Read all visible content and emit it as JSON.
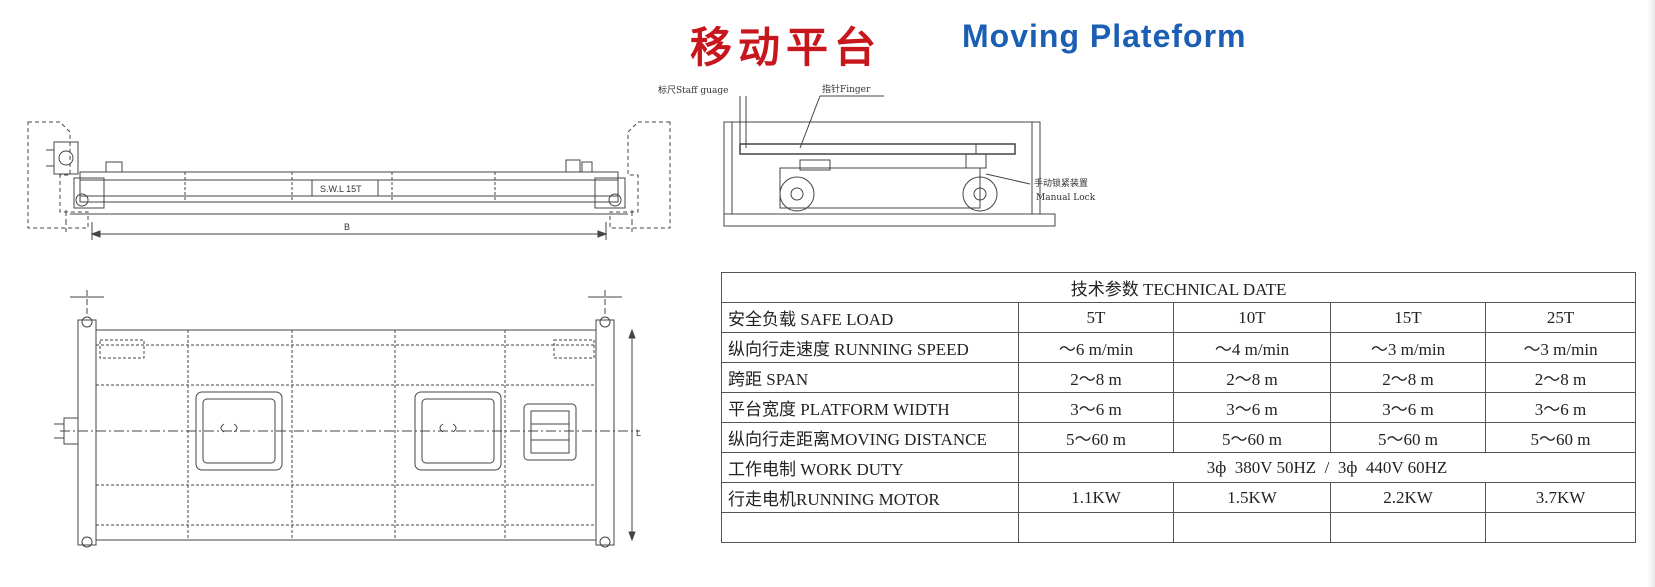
{
  "header": {
    "title_cn": "移动平台",
    "title_en": "Moving Plateform"
  },
  "drawings": {
    "swl_label": "S.W.L 15T",
    "dim_b": "B",
    "dim_l": "L",
    "staff_gauge_label": "标尺Staff guage",
    "finger_label": "指针Finger",
    "manual_lock_cn": "手动锁紧装置",
    "manual_lock_en": "Manual Lock"
  },
  "table": {
    "title": "技术参数 TECHNICAL DATE",
    "rows": [
      {
        "label": "安全负载 SAFE LOAD",
        "values": [
          "5T",
          "10T",
          "15T",
          "25T"
        ]
      },
      {
        "label": "纵向行走速度 RUNNING SPEED",
        "values": [
          "～6 m/min",
          "～4 m/min",
          "～3 m/min",
          "～3 m/min"
        ]
      },
      {
        "label": "跨距 SPAN",
        "values": [
          "2～8 m",
          "2～8 m",
          "2～8 m",
          "2～8 m"
        ]
      },
      {
        "label": "平台宽度 PLATFORM WIDTH",
        "values": [
          "3～6 m",
          "3～6 m",
          "3～6 m",
          "3～6 m"
        ]
      },
      {
        "label": "纵向行走距离MOVING DISTANCE",
        "values": [
          "5～60 m",
          "5～60 m",
          "5～60 m",
          "5～60 m"
        ]
      }
    ],
    "work_duty": {
      "label": "工作电制 WORK DUTY",
      "value": "3ф  380V 50HZ  /  3ф  440V 60HZ"
    },
    "motor": {
      "label": "行走电机RUNNING MOTOR",
      "values": [
        "1.1KW",
        "1.5KW",
        "2.2KW",
        "3.7KW"
      ]
    }
  }
}
